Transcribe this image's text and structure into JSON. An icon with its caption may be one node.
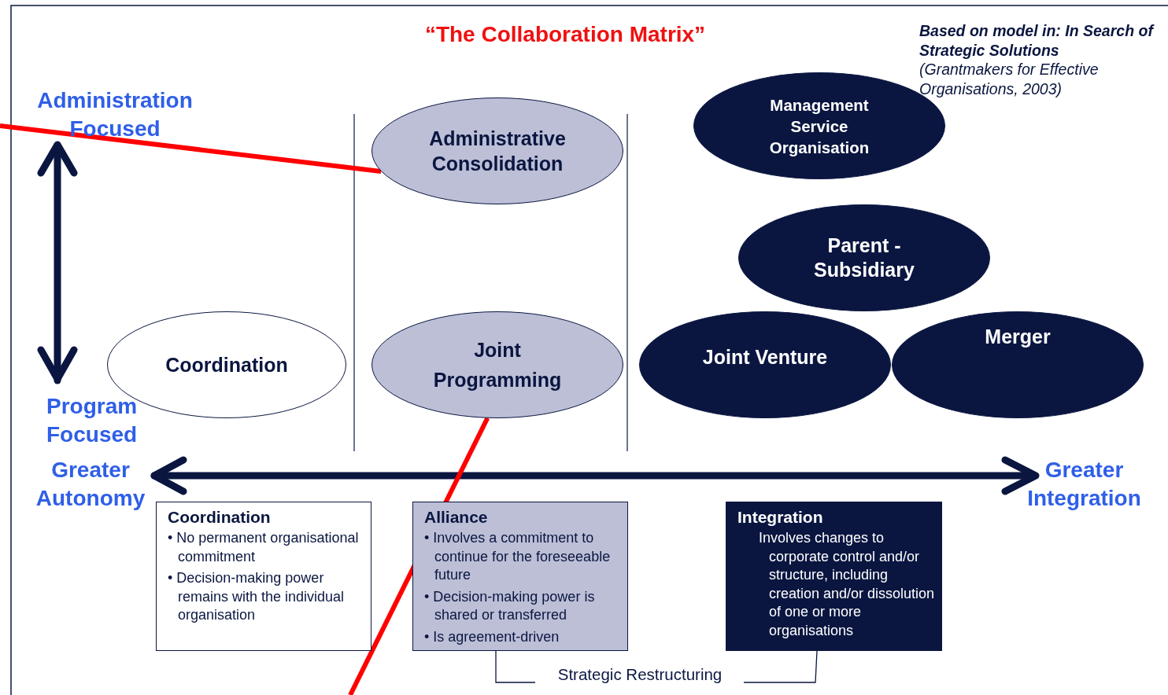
{
  "diagram": {
    "title": "“The Collaboration Matrix”",
    "nodes": [
      {
        "text": [
          "Administrative Consolidation"
        ]
      },
      {
        "text": [
          "Management Service Organisation"
        ]
      },
      {
        "text": [
          "Parent - Subsidiary"
        ]
      },
      {
        "text": [
          "Coordination"
        ]
      },
      {
        "text": [
          "Joint Programming"
        ]
      },
      {
        "text": [
          "Joint Venture"
        ]
      },
      {
        "text": [
          "Merger"
        ]
      },
      {
        "text": [
          "Coordination",
          "• No permanent organisational commitment",
          "• Decision-making power remains with the individual organisation"
        ]
      },
      {
        "text": [
          "Alliance",
          "• Involves a commitment to continue for the foreseeable future",
          "• Decision-making power is shared or transferred",
          "• Is agreement-driven"
        ]
      },
      {
        "text": [
          "Integration",
          "Involves changes to corporate control and/or structure, including creation and/or dissolution of one or more organisations"
        ]
      }
    ],
    "edges": [
      {
        "from": null,
        "to": 0,
        "arrow": "none",
        "color": "#ff0000"
      },
      {
        "from": 4,
        "to": null,
        "arrow": "none",
        "color": "#ff0000"
      }
    ],
    "labels": [
      "Based on model in: In Search of Strategic Solutions",
      "(Grantmakers for Effective Organisations, 2003)",
      "Administration Focused",
      "Program Focused",
      "Greater Autonomy",
      "Greater Integration",
      "Strategic Restructuring"
    ]
  }
}
